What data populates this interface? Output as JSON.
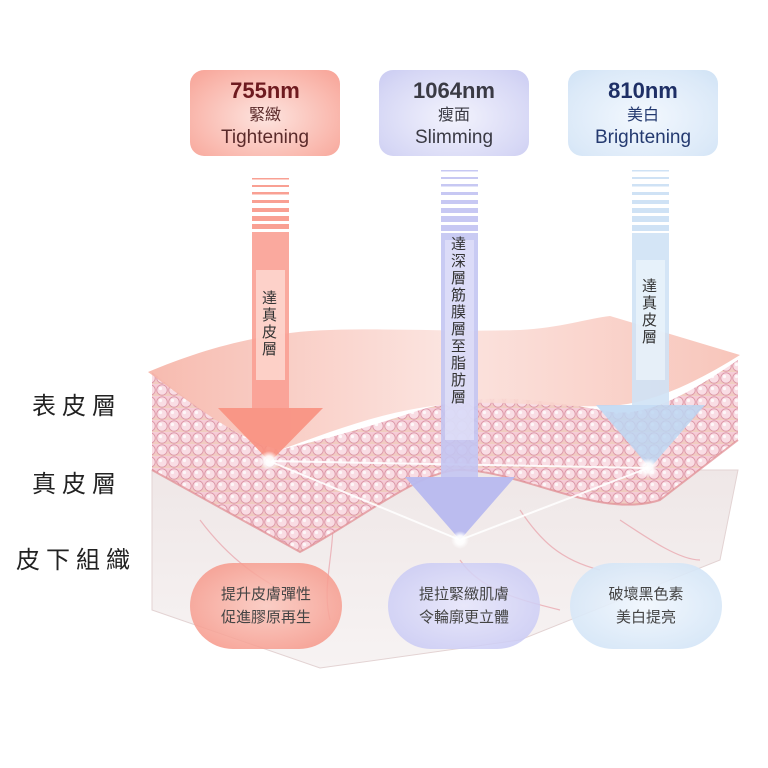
{
  "wavelengths": [
    {
      "nm": "755nm",
      "zh": "緊緻",
      "en": "Tightening",
      "color": "#f7a296",
      "depth_label": "達真皮層"
    },
    {
      "nm": "1064nm",
      "zh": "瘦面",
      "en": "Slimming",
      "color": "#c3c5f2",
      "depth_label": "達深層筋膜層至脂肪層"
    },
    {
      "nm": "810nm",
      "zh": "美白",
      "en": "Brightening",
      "color": "#cfe2f5",
      "depth_label": "達真皮層"
    }
  ],
  "layers": [
    {
      "label": "表皮層"
    },
    {
      "label": "真皮層"
    },
    {
      "label": "皮下組織"
    }
  ],
  "benefits": [
    {
      "line1": "提升皮膚彈性",
      "line2": "促進膠原再生"
    },
    {
      "line1": "提拉緊緻肌膚",
      "line2": "令輪廓更立體"
    },
    {
      "line1": "破壞黑色素",
      "line2": "美白提亮"
    }
  ]
}
